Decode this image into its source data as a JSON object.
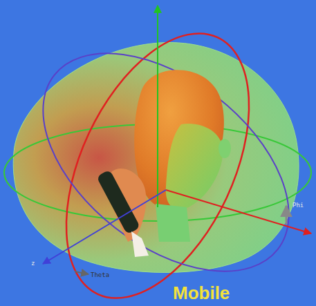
{
  "diagram": {
    "labels": [
      "Phi",
      "Theta",
      "z",
      "Mobile"
    ]
  }
}
